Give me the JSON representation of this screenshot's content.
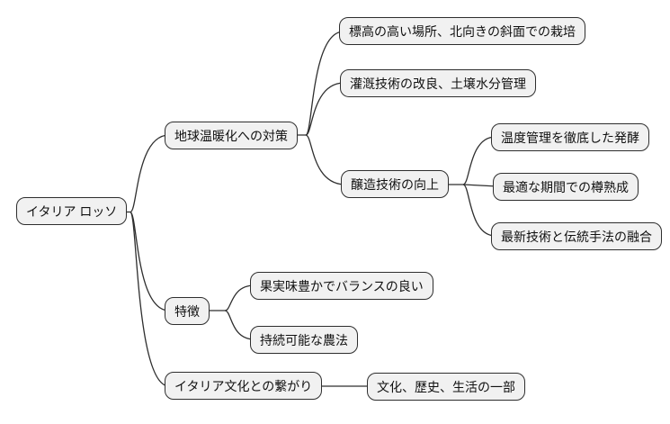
{
  "diagram": {
    "type": "mindmap",
    "title": "イタリア ロッソ mindmap",
    "colors": {
      "background": "#ffffff",
      "node_fill": "#f1f1f1",
      "node_border": "#2e2e2e",
      "edge": "#2e2e2e",
      "text": "#111111"
    },
    "root": {
      "label": "イタリア ロッソ",
      "children": [
        {
          "label": "地球温暖化への対策",
          "children": [
            {
              "label": "標高の高い場所、北向きの斜面での栽培",
              "children": []
            },
            {
              "label": "灌漑技術の改良、土壌水分管理",
              "children": []
            },
            {
              "label": "醸造技術の向上",
              "children": [
                {
                  "label": "温度管理を徹底した発酵",
                  "children": []
                },
                {
                  "label": "最適な期間での樽熟成",
                  "children": []
                },
                {
                  "label": "最新技術と伝統手法の融合",
                  "children": []
                }
              ]
            }
          ]
        },
        {
          "label": "特徴",
          "children": [
            {
              "label": "果実味豊かでバランスの良い",
              "children": []
            },
            {
              "label": "持続可能な農法",
              "children": []
            }
          ]
        },
        {
          "label": "イタリア文化との繋がり",
          "children": [
            {
              "label": "文化、歴史、生活の一部",
              "children": []
            }
          ]
        }
      ]
    }
  }
}
